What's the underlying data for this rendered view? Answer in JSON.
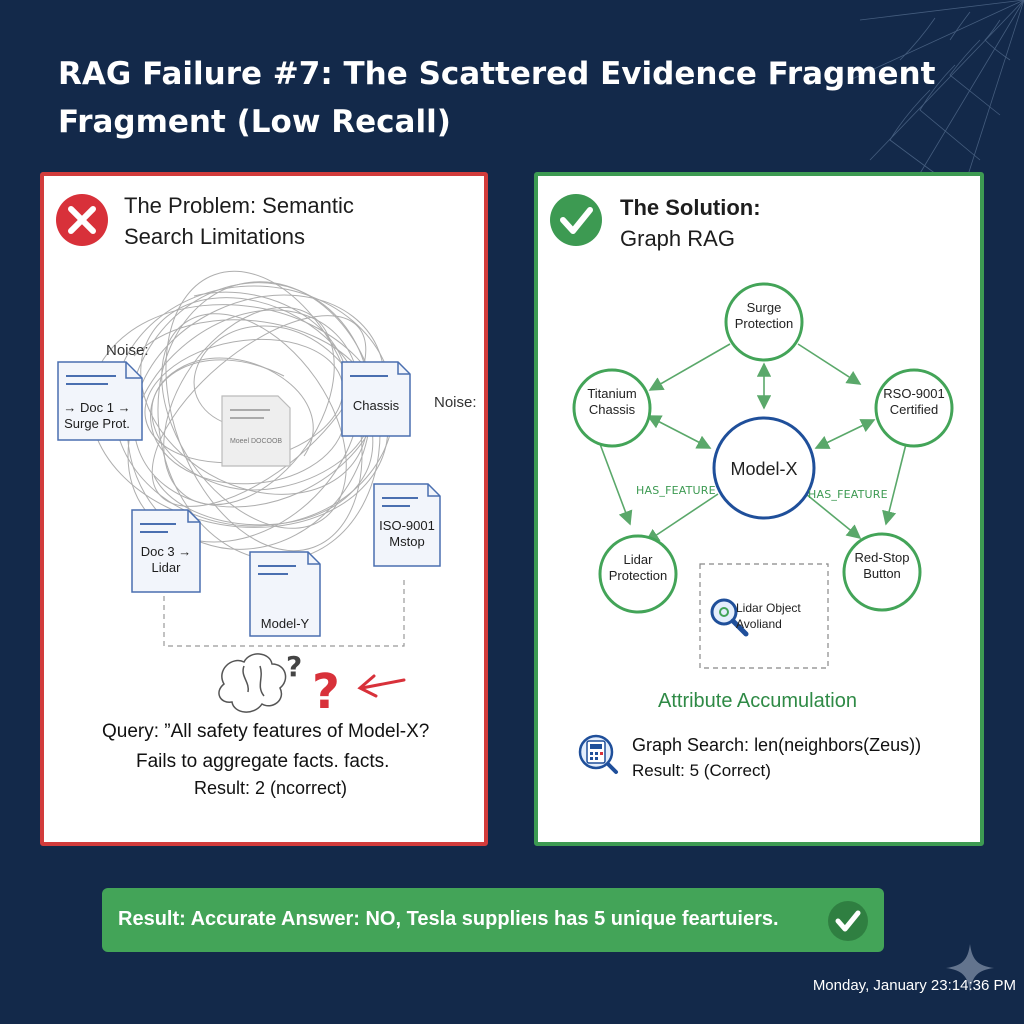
{
  "title_line1": "RAG Failure #7: The Scattered Evidence Fragment",
  "title_line2": "Fragment (Low Recall)",
  "problem": {
    "heading_line1": "The Problem: Semantic",
    "heading_line2": "Search Limitations",
    "noise_left": "Noise:",
    "noise_right": "Noise:",
    "docs": {
      "doc1_line1": "→ Doc 1 →",
      "doc1_line2": "Surge Prot.",
      "chassis": "Chassis",
      "center": "Moeel DOCOOB",
      "iso_line1": "ISO-9001",
      "iso_line2": "Mstop",
      "doc3_line1": "Doc 3 →",
      "doc3_line2": "Lidar",
      "modely": "Model-Y"
    },
    "query_line1": "Query: ”All safety features of Model-X?",
    "query_line2": "Fails to aggregate facts. facts.",
    "query_line3": "Result: 2 (ncorrect)",
    "colors": {
      "border": "#d23b3b",
      "cross": "#d8313a"
    }
  },
  "solution": {
    "heading_line1": "The Solution:",
    "heading_line2": "Graph RAG",
    "nodes": {
      "surge_line1": "Surge",
      "surge_line2": "Protection",
      "titanium_line1": "Titanium",
      "titanium_line2": "Chassis",
      "rso_line1": "RSO-9001",
      "rso_line2": "Certified",
      "center": "Model-X",
      "lidar_line1": "Lidar",
      "lidar_line2": "Protection",
      "redstop_line1": "Red-Stop",
      "redstop_line2": "Button"
    },
    "edge_label_left": "HAS_FEATURE",
    "edge_label_right": "HAS_FEATURE",
    "lidar_object_line1": "Lidar Object",
    "lidar_object_line2": "Avoliand",
    "accumulation": "Attribute Accumulation",
    "search_line1": "Graph Search: len(neighbors(Zeus))",
    "search_line2": "Result: 5 (Correct)",
    "colors": {
      "border": "#3d9a52",
      "node": "#43a458",
      "center": "#1f4f9a"
    }
  },
  "banner": "Result: Accurate Answer: NO, Tesla supplieıs has 5 unique feartuiers.",
  "timestamp": "Monday, January 23:14:36 PM",
  "icons": [
    "cross-icon",
    "check-icon",
    "brain-icon",
    "question-icon",
    "magnifier-icon",
    "calculator-icon",
    "spiderweb-icon",
    "sparkle-icon"
  ]
}
